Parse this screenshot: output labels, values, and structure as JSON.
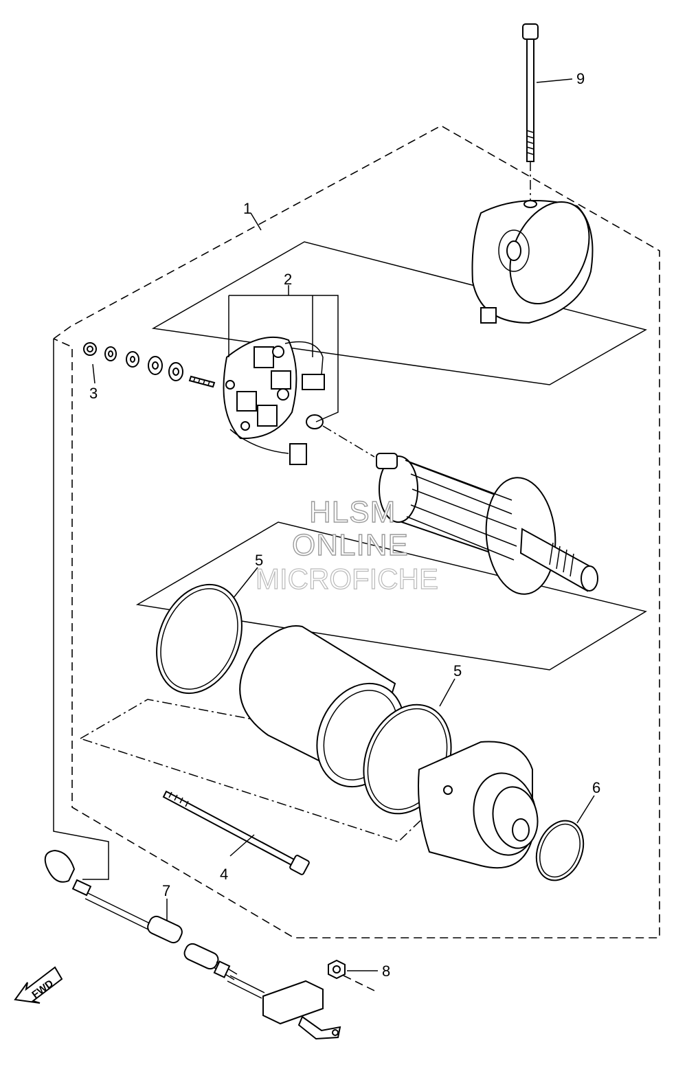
{
  "diagram": {
    "callouts": {
      "c1": "1",
      "c2": "2",
      "c3": "3",
      "c4": "4",
      "c5a": "5",
      "c5b": "5",
      "c6": "6",
      "c7": "7",
      "c8": "8",
      "c9": "9"
    },
    "fwd_label": "FWD",
    "watermark": {
      "line1": "HLSM",
      "line2": "ONLINE",
      "line3": "MICROFICHE"
    }
  }
}
